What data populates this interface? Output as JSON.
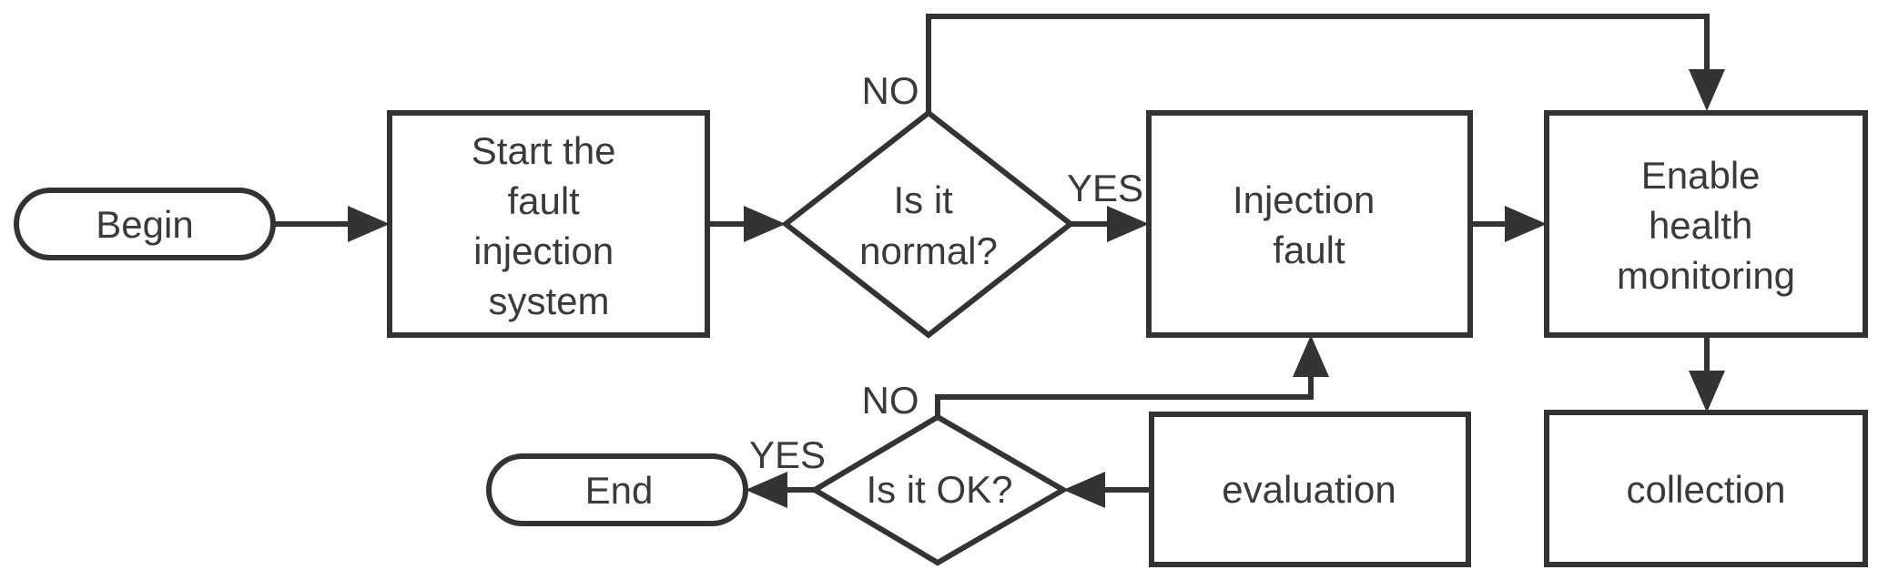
{
  "nodes": {
    "begin": "Begin",
    "start": [
      "Start the",
      "fault",
      "injection",
      "system"
    ],
    "normal": [
      "Is it",
      "normal?"
    ],
    "injection": [
      "Injection",
      "fault"
    ],
    "monitor": [
      "Enable",
      "health",
      "monitoring"
    ],
    "collection": "collection",
    "evaluation": "evaluation",
    "ok": "Is it OK?",
    "end": "End"
  },
  "edge_labels": {
    "normal_no": "NO",
    "normal_yes": "YES",
    "ok_no": "NO",
    "ok_yes": "YES"
  }
}
